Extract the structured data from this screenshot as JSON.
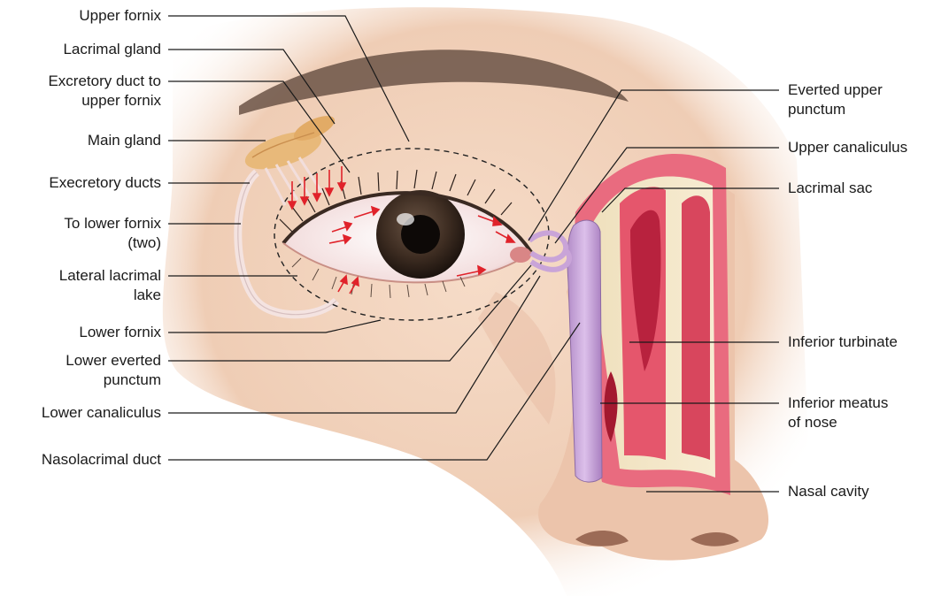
{
  "colors": {
    "skin": "#f1d2bc",
    "skin_shadow": "#e0b29a",
    "brow": "#6b5446",
    "gland": "#e8b97a",
    "duct": "#c9a4d8",
    "mucosa": "#d6475f",
    "bone": "#f3e6c6",
    "arrow": "#e0222a",
    "leader": "#1a1a1a"
  },
  "labels_left": [
    {
      "lines": [
        "Upper fornix"
      ]
    },
    {
      "lines": [
        "Lacrimal gland"
      ]
    },
    {
      "lines": [
        "Excretory duct to",
        "upper fornix"
      ]
    },
    {
      "lines": [
        "Main gland"
      ]
    },
    {
      "lines": [
        "Execretory ducts"
      ]
    },
    {
      "lines": [
        "To lower fornix",
        "(two)"
      ]
    },
    {
      "lines": [
        "Lateral lacrimal",
        "lake"
      ]
    },
    {
      "lines": [
        "Lower fornix"
      ]
    },
    {
      "lines": [
        "Lower everted",
        "punctum"
      ]
    },
    {
      "lines": [
        "Lower canaliculus"
      ]
    },
    {
      "lines": [
        "Nasolacrimal duct"
      ]
    }
  ],
  "labels_right": [
    {
      "lines": [
        "Everted upper",
        "punctum"
      ]
    },
    {
      "lines": [
        "Upper canaliculus"
      ]
    },
    {
      "lines": [
        "Lacrimal sac"
      ]
    },
    {
      "lines": [
        "Inferior turbinate"
      ]
    },
    {
      "lines": [
        "Inferior meatus",
        "of nose"
      ]
    },
    {
      "lines": [
        "Nasal cavity"
      ]
    }
  ]
}
